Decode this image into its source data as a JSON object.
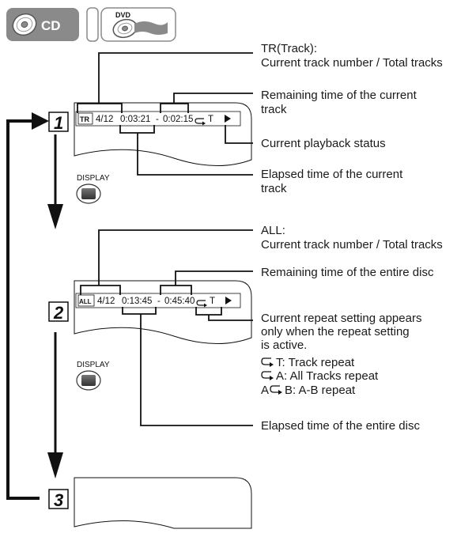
{
  "header": {
    "cd_badge": "CD",
    "dvd_badge": "DVD"
  },
  "colors": {
    "badge_gray": "#8a8a8a",
    "line": "#111111"
  },
  "steps": [
    {
      "number": "1",
      "display": {
        "mode_icon": "TR",
        "track": "4/12",
        "elapsed": "0:03:21",
        "separator": "-",
        "remaining": "0:02:15",
        "repeat": "T",
        "status_icon": "play-icon"
      },
      "callouts": {
        "mode": [
          "TR(Track):",
          "Current track number / Total tracks"
        ],
        "remaining": [
          "Remaining time of the current",
          "track"
        ],
        "status": [
          "Current playback status"
        ],
        "elapsed": [
          "Elapsed time of the current",
          "track"
        ]
      }
    },
    {
      "number": "2",
      "display": {
        "mode_icon": "ALL",
        "track": "4/12",
        "elapsed": "0:13:45",
        "separator": "-",
        "remaining": "0:45:40",
        "repeat": "T",
        "status_icon": "play-icon"
      },
      "callouts": {
        "mode": [
          "ALL:",
          "Current track number / Total tracks"
        ],
        "remaining": [
          "Remaining time of the entire disc"
        ],
        "repeat": [
          "Current repeat setting appears",
          "only when the repeat setting",
          "is active."
        ],
        "repeat_track": "T: Track repeat",
        "repeat_all": "A: All Tracks repeat",
        "repeat_ab_a": "A",
        "repeat_ab_rest": "B: A-B repeat",
        "elapsed": [
          "Elapsed time of the entire disc"
        ]
      }
    },
    {
      "number": "3"
    }
  ],
  "buttons": {
    "display_label": "DISPLAY"
  }
}
